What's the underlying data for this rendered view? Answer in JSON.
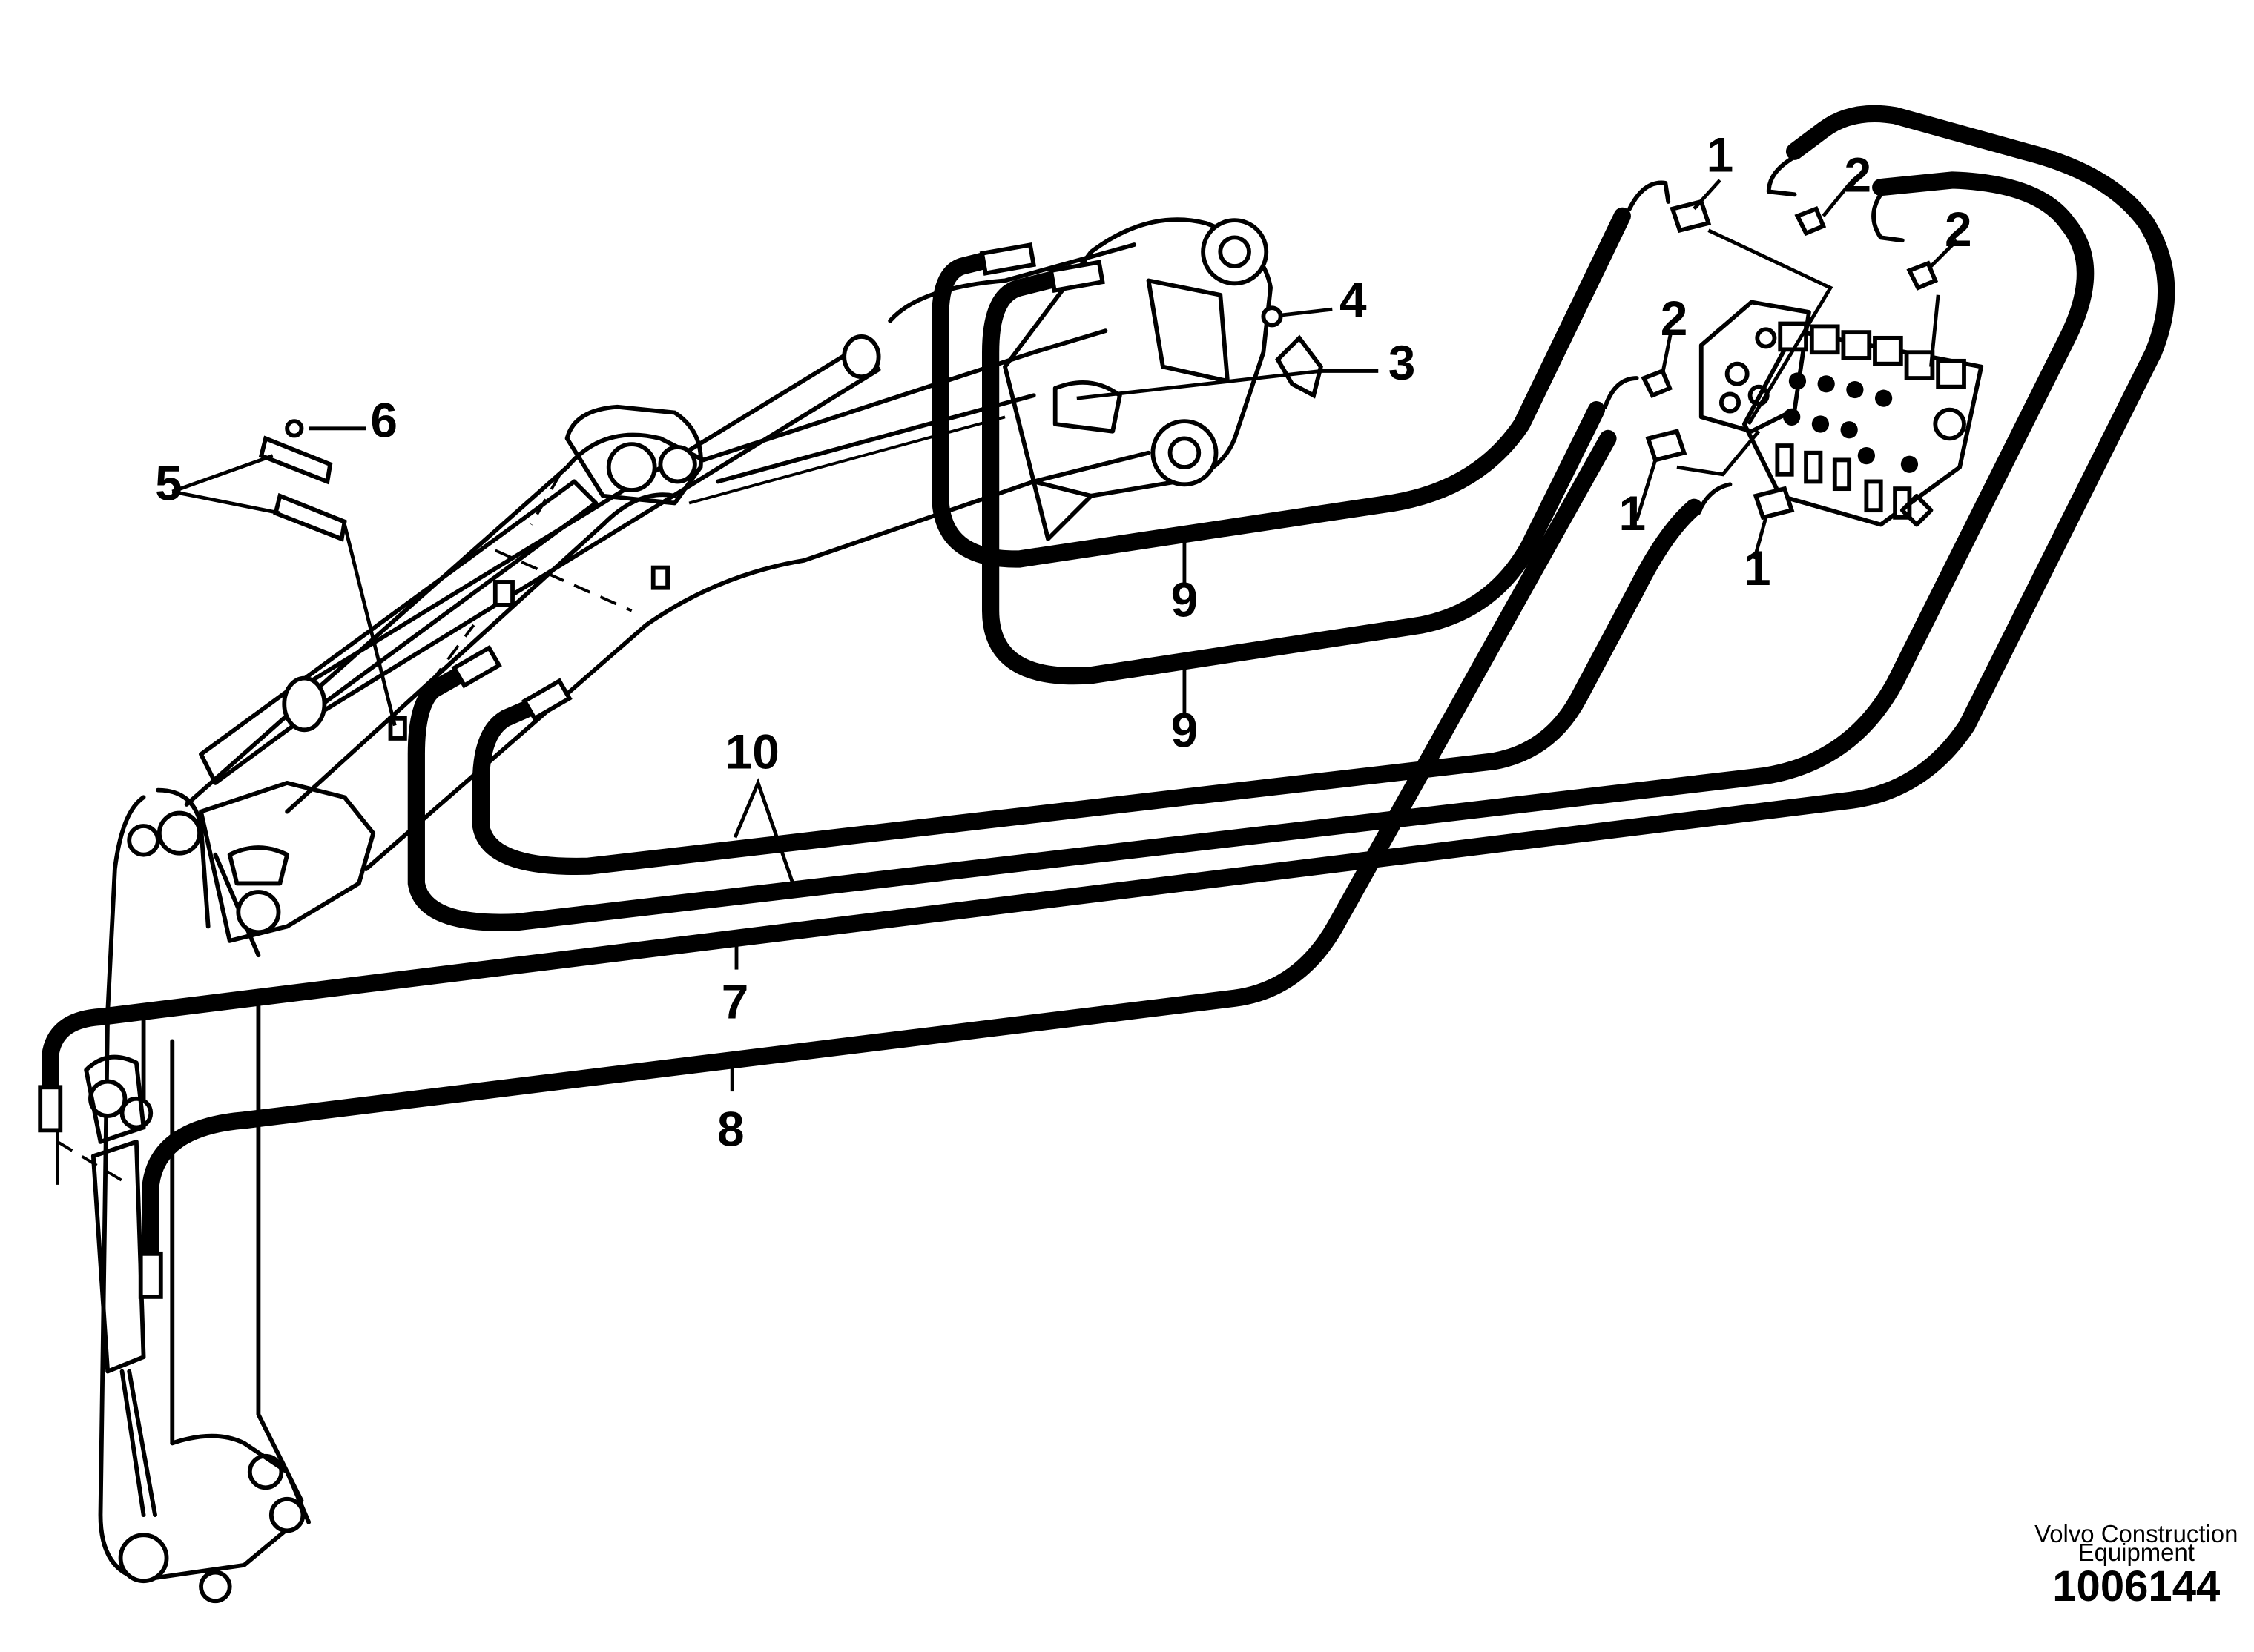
{
  "callouts": [
    {
      "id": "c1a",
      "text": "1"
    },
    {
      "id": "c1b",
      "text": "1"
    },
    {
      "id": "c1c",
      "text": "1"
    },
    {
      "id": "c2a",
      "text": "2"
    },
    {
      "id": "c2b",
      "text": "2"
    },
    {
      "id": "c2c",
      "text": "2"
    },
    {
      "id": "c3",
      "text": "3"
    },
    {
      "id": "c4",
      "text": "4"
    },
    {
      "id": "c5",
      "text": "5"
    },
    {
      "id": "c6",
      "text": "6"
    },
    {
      "id": "c7",
      "text": "7"
    },
    {
      "id": "c8",
      "text": "8"
    },
    {
      "id": "c9a",
      "text": "9"
    },
    {
      "id": "c9b",
      "text": "9"
    },
    {
      "id": "c10",
      "text": "10"
    }
  ],
  "footer": {
    "brand_line1": "Volvo Construction",
    "brand_line2": "Equipment",
    "document_number": "1006144"
  }
}
